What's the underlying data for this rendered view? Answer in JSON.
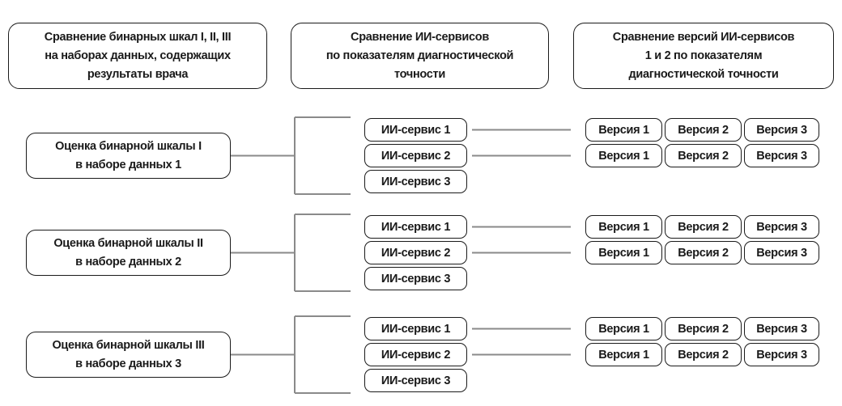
{
  "diagram": {
    "headers": [
      {
        "lines": [
          "Сравнение бинарных шкал I, II, III",
          "на наборах данных, содержащих",
          "результаты врача"
        ]
      },
      {
        "lines": [
          "Сравнение ИИ-сервисов",
          "по показателям диагностической",
          "точности"
        ]
      },
      {
        "lines": [
          "Сравнение версий ИИ-сервисов",
          "1 и 2 по показателям",
          "диагностической точности"
        ]
      }
    ],
    "rows": [
      {
        "left_box": {
          "lines": [
            "Оценка бинарной шкалы I",
            "в наборе данных 1"
          ]
        },
        "services": [
          "ИИ-сервис 1",
          "ИИ-сервис 2",
          "ИИ-сервис 3"
        ],
        "version_rows": [
          [
            "Версия 1",
            "Версия 2",
            "Версия 3"
          ],
          [
            "Версия 1",
            "Версия 2",
            "Версия 3"
          ]
        ]
      },
      {
        "left_box": {
          "lines": [
            "Оценка бинарной шкалы II",
            "в наборе данных 2"
          ]
        },
        "services": [
          "ИИ-сервис 1",
          "ИИ-сервис 2",
          "ИИ-сервис 3"
        ],
        "version_rows": [
          [
            "Версия 1",
            "Версия 2",
            "Версия 3"
          ],
          [
            "Версия 1",
            "Версия 2",
            "Версия 3"
          ]
        ]
      },
      {
        "left_box": {
          "lines": [
            "Оценка бинарной шкалы III",
            "в наборе данных 3"
          ]
        },
        "services": [
          "ИИ-сервис 1",
          "ИИ-сервис 2",
          "ИИ-сервис 3"
        ],
        "version_rows": [
          [
            "Версия 1",
            "Версия 2",
            "Версия 3"
          ],
          [
            "Версия 1",
            "Версия 2",
            "Версия 3"
          ]
        ]
      }
    ],
    "colors": {
      "background": "#ffffff",
      "box_border": "#1a1a1a",
      "text": "#1a1a1a",
      "connector": "#8a8a8a"
    }
  }
}
